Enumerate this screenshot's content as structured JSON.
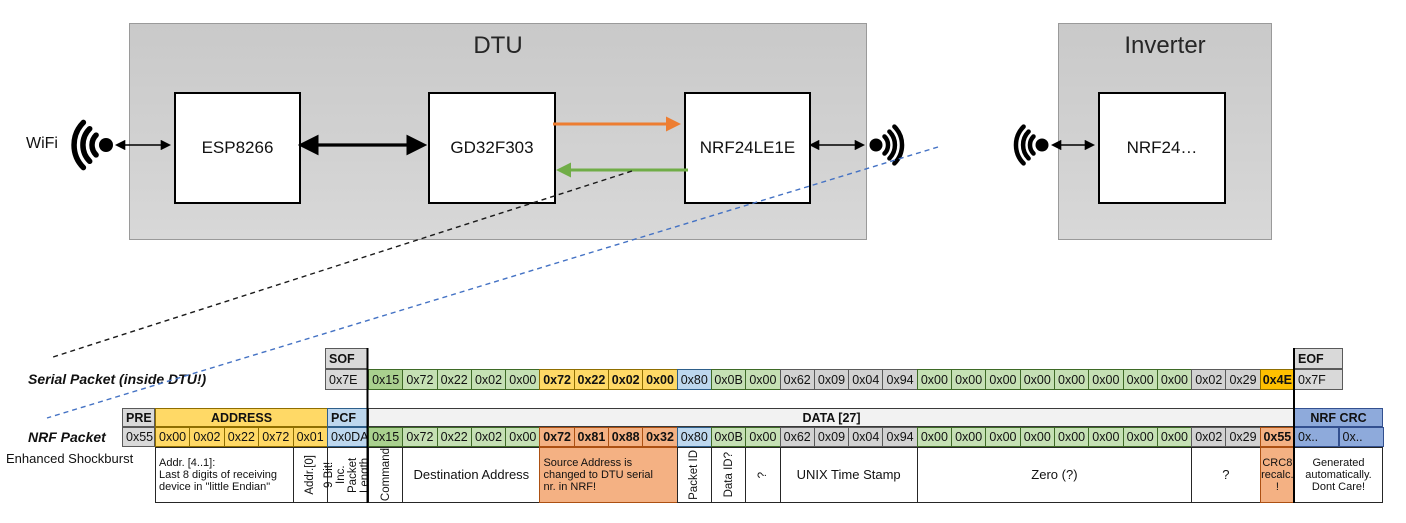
{
  "diagram": {
    "wifi_label": "WiFi",
    "dtu_title": "DTU",
    "dtu_devices": [
      "ESP8266",
      "GD32F303",
      "NRF24LE1E"
    ],
    "inverter_title": "Inverter",
    "inverter_device": "NRF24…"
  },
  "packet": {
    "serial_label": "Serial Packet (inside DTU!)",
    "nrf_label": "NRF Packet",
    "nrf_sublabel": "Enhanced Shockburst",
    "sof": {
      "h": "SOF",
      "v": "0x7E"
    },
    "eof": {
      "h": "EOF",
      "v": "0x7F"
    },
    "pre": {
      "h": "PRE",
      "v": "0x55"
    },
    "address": {
      "h": "ADDRESS",
      "values": [
        "0x00",
        "0x02",
        "0x22",
        "0x72",
        "0x01"
      ]
    },
    "pcf": {
      "h": "PCF",
      "v": "0x0DA"
    },
    "data_header": "DATA [27]",
    "crc": {
      "h": "NRF CRC",
      "values": [
        "0x..",
        "0x.."
      ]
    },
    "serial_bytes": [
      {
        "v": "0x15",
        "s": "g2"
      },
      {
        "v": "0x72",
        "s": "g"
      },
      {
        "v": "0x22",
        "s": "g"
      },
      {
        "v": "0x02",
        "s": "g"
      },
      {
        "v": "0x00",
        "s": "g"
      },
      {
        "v": "0x72",
        "s": "y",
        "b": 1
      },
      {
        "v": "0x22",
        "s": "y",
        "b": 1
      },
      {
        "v": "0x02",
        "s": "y",
        "b": 1
      },
      {
        "v": "0x00",
        "s": "y",
        "b": 1
      },
      {
        "v": "0x80",
        "s": "bl"
      },
      {
        "v": "0x0B",
        "s": "g"
      },
      {
        "v": "0x00",
        "s": "g"
      },
      {
        "v": "0x62",
        "s": "gyd"
      },
      {
        "v": "0x09",
        "s": "gyd"
      },
      {
        "v": "0x04",
        "s": "gyd"
      },
      {
        "v": "0x94",
        "s": "gyd"
      },
      {
        "v": "0x00",
        "s": "g"
      },
      {
        "v": "0x00",
        "s": "g"
      },
      {
        "v": "0x00",
        "s": "g"
      },
      {
        "v": "0x00",
        "s": "g"
      },
      {
        "v": "0x00",
        "s": "g"
      },
      {
        "v": "0x00",
        "s": "g"
      },
      {
        "v": "0x00",
        "s": "g"
      },
      {
        "v": "0x00",
        "s": "g"
      },
      {
        "v": "0x02",
        "s": "gyd"
      },
      {
        "v": "0x29",
        "s": "gyd"
      },
      {
        "v": "0x4E",
        "s": "gold",
        "b": 1
      }
    ],
    "nrf_bytes": [
      {
        "v": "0x15",
        "s": "g2"
      },
      {
        "v": "0x72",
        "s": "g"
      },
      {
        "v": "0x22",
        "s": "g"
      },
      {
        "v": "0x02",
        "s": "g"
      },
      {
        "v": "0x00",
        "s": "g"
      },
      {
        "v": "0x72",
        "s": "sal",
        "b": 1
      },
      {
        "v": "0x81",
        "s": "sal",
        "b": 1
      },
      {
        "v": "0x88",
        "s": "sal",
        "b": 1
      },
      {
        "v": "0x32",
        "s": "sal",
        "b": 1
      },
      {
        "v": "0x80",
        "s": "bl"
      },
      {
        "v": "0x0B",
        "s": "g"
      },
      {
        "v": "0x00",
        "s": "g"
      },
      {
        "v": "0x62",
        "s": "gyd"
      },
      {
        "v": "0x09",
        "s": "gyd"
      },
      {
        "v": "0x04",
        "s": "gyd"
      },
      {
        "v": "0x94",
        "s": "gyd"
      },
      {
        "v": "0x00",
        "s": "g"
      },
      {
        "v": "0x00",
        "s": "g"
      },
      {
        "v": "0x00",
        "s": "g"
      },
      {
        "v": "0x00",
        "s": "g"
      },
      {
        "v": "0x00",
        "s": "g"
      },
      {
        "v": "0x00",
        "s": "g"
      },
      {
        "v": "0x00",
        "s": "g"
      },
      {
        "v": "0x00",
        "s": "g"
      },
      {
        "v": "0x02",
        "s": "gyd"
      },
      {
        "v": "0x29",
        "s": "gyd"
      },
      {
        "v": "0x55",
        "s": "sal",
        "b": 1
      }
    ],
    "annotations": [
      {
        "id": "addr-note",
        "text": "Addr. [4..1]:\nLast 8 digits of receiving\ndevice in \"little Endian\"",
        "area": "addr",
        "from": 0,
        "to": 4,
        "bg": "w",
        "align": "left",
        "fs": "s"
      },
      {
        "id": "addr0",
        "text": "Addr.[0]",
        "area": "addr",
        "from": 4,
        "to": 5,
        "bg": "w",
        "rot": true
      },
      {
        "id": "pcf-note",
        "text": "9 Bit!\nInc. Packet\nLength",
        "area": "pcf",
        "bg": "w",
        "rot": true,
        "fs": "xs"
      },
      {
        "id": "command",
        "text": "Command",
        "area": "data",
        "from": 0,
        "to": 1,
        "bg": "w",
        "rot": true
      },
      {
        "id": "dest-addr",
        "text": "Destination Address",
        "area": "data",
        "from": 1,
        "to": 5,
        "bg": "w",
        "fs": "m"
      },
      {
        "id": "src-addr",
        "text": "Source Address is\nchanged to DTU serial\nnr. in NRF!",
        "area": "data",
        "from": 5,
        "to": 9,
        "bg": "sal",
        "align": "left",
        "fs": "s"
      },
      {
        "id": "packet-id",
        "text": "Packet ID",
        "area": "data",
        "from": 9,
        "to": 10,
        "bg": "w",
        "rot": true
      },
      {
        "id": "data-id",
        "text": "Data ID?",
        "area": "data",
        "from": 10,
        "to": 11,
        "bg": "w",
        "rot": true
      },
      {
        "id": "q-byte",
        "text": "?",
        "area": "data",
        "from": 11,
        "to": 12,
        "bg": "w",
        "rot": true
      },
      {
        "id": "unix-time",
        "text": "UNIX Time Stamp",
        "area": "data",
        "from": 12,
        "to": 16,
        "bg": "w",
        "fs": "m"
      },
      {
        "id": "zero",
        "text": "Zero (?)",
        "area": "data",
        "from": 16,
        "to": 24,
        "bg": "w",
        "fs": "m"
      },
      {
        "id": "q-tail",
        "text": "?",
        "area": "data",
        "from": 24,
        "to": 26,
        "bg": "w",
        "fs": "m"
      },
      {
        "id": "crc8",
        "text": "CRC8\nrecalc.\n!",
        "area": "data",
        "from": 26,
        "to": 27,
        "bg": "sal",
        "fs": "s"
      },
      {
        "id": "crc-gen",
        "text": "Generated\nautomatically.\nDont Care!",
        "area": "crc",
        "bg": "w",
        "fs": "s"
      }
    ]
  },
  "colors": {
    "green_light": "#C5E0B4",
    "green_dark": "#A9D08E",
    "yellow": "#FFD966",
    "gold": "#FFC000",
    "salmon": "#F4B183",
    "blue_light": "#BDD7EE",
    "blue_medium": "#8EAADB",
    "gray_header": "#D9D9D9",
    "gray_data": "#D2D2D2",
    "orange_arrow": "#ED7D31",
    "green_arrow": "#70AD47",
    "blue_dash": "#4472C4"
  }
}
